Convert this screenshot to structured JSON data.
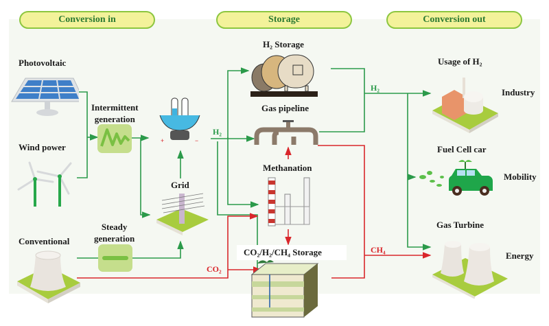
{
  "headers": {
    "conversion_in": "Conversion in",
    "storage": "Storage",
    "conversion_out": "Conversion out"
  },
  "sources": {
    "photovoltaic": "Photovoltaic",
    "wind_power": "Wind power",
    "conventional": "Conventional"
  },
  "generation": {
    "intermittent_line1": "Intermittent",
    "intermittent_line2": "generation",
    "steady_line1": "Steady",
    "steady_line2": "generation"
  },
  "grid": "Grid",
  "storage": {
    "h2_storage": "H₂ Storage",
    "gas_pipeline": "Gas pipeline",
    "methanation": "Methanation",
    "underground": "CO₂/H₂/CH₄ Storage"
  },
  "outputs": {
    "usage_h2": "Usage of H₂",
    "industry": "Industry",
    "fuel_cell_car": "Fuel Cell car",
    "mobility": "Mobility",
    "gas_turbine": "Gas Turbine",
    "energy": "Energy"
  },
  "flows": {
    "h2_electrolyzer": "H₂",
    "h2_out": "H₂",
    "co2": "CO₂",
    "ch4": "CH₄"
  },
  "colors": {
    "h2_flow": "#2b9a4a",
    "carbon_flow": "#d9262b",
    "header_fill": "#f3f29a",
    "header_border": "#8cc63f",
    "header_text": "#2b7a32"
  }
}
